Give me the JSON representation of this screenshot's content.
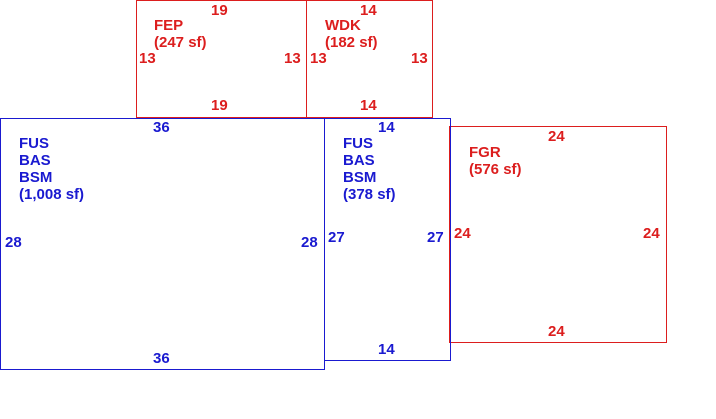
{
  "colors": {
    "red": "#dc1e1e",
    "blue": "#1a1ad0"
  },
  "areas": {
    "fep": {
      "lines": [
        "FEP",
        "(247 sf)"
      ],
      "top": "19",
      "bottom": "19",
      "left": "13",
      "right": "13"
    },
    "wdk": {
      "lines": [
        "WDK",
        "(182 sf)"
      ],
      "top": "14",
      "bottom": "14",
      "left": "13",
      "right": "13"
    },
    "main": {
      "lines": [
        "FUS",
        "BAS",
        "BSM",
        "(1,008 sf)"
      ],
      "top": "36",
      "bottom": "36",
      "left": "28",
      "right": "28"
    },
    "mid": {
      "lines": [
        "FUS",
        "BAS",
        "BSM",
        "(378 sf)"
      ],
      "top": "14",
      "bottom": "14",
      "left": "27",
      "right": "27"
    },
    "fgr": {
      "lines": [
        "FGR",
        "(576 sf)"
      ],
      "top": "24",
      "bottom": "24",
      "left": "24",
      "right": "24"
    }
  }
}
